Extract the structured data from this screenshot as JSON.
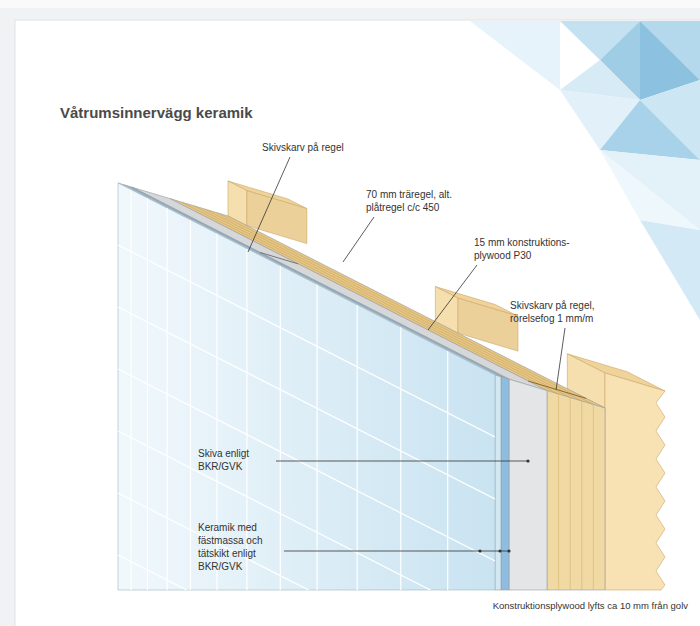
{
  "diagram": {
    "title": "Våtrumsinnervägg keramik",
    "caption": "Konstruktionsplywood lyfts ca 10 mm från golv",
    "labels": [
      "Skivskarv på regel",
      "70 mm träregel, alt. plåtregel c/c 450",
      "15 mm konstruktions- plywood P30",
      "Skivskarv på regel, rörelsefog 1 mm/m",
      "Skiva enligt BKR/GVK",
      "Keramik med fästmassa och tätskikt enligt BKR/GVK"
    ]
  }
}
